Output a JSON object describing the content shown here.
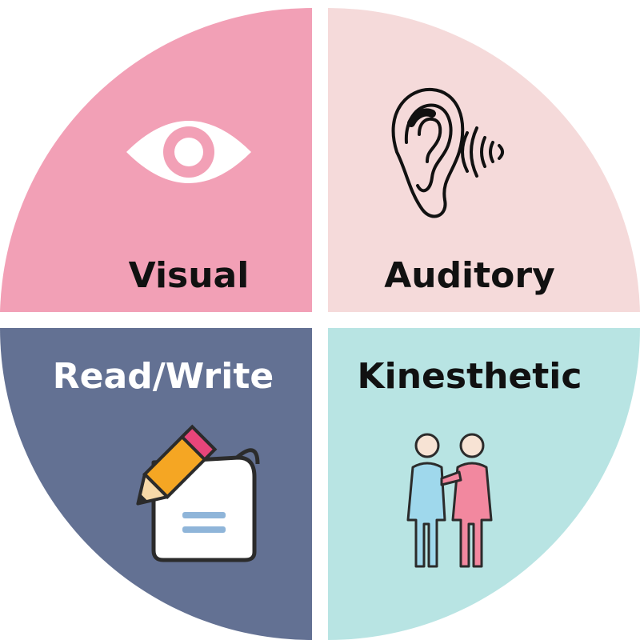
{
  "diagram": {
    "quadrants": [
      {
        "id": "visual",
        "label": "Visual",
        "color": "#f2a0b6",
        "text_color": "#111111",
        "icon": "eye-icon"
      },
      {
        "id": "auditory",
        "label": "Auditory",
        "color": "#f5dada",
        "text_color": "#111111",
        "icon": "ear-sound-icon"
      },
      {
        "id": "read-write",
        "label": "Read/Write",
        "color": "#637193",
        "text_color": "#ffffff",
        "icon": "pencil-paper-icon"
      },
      {
        "id": "kinesthetic",
        "label": "Kinesthetic",
        "color": "#b8e4e3",
        "text_color": "#111111",
        "icon": "two-people-icon"
      }
    ]
  }
}
